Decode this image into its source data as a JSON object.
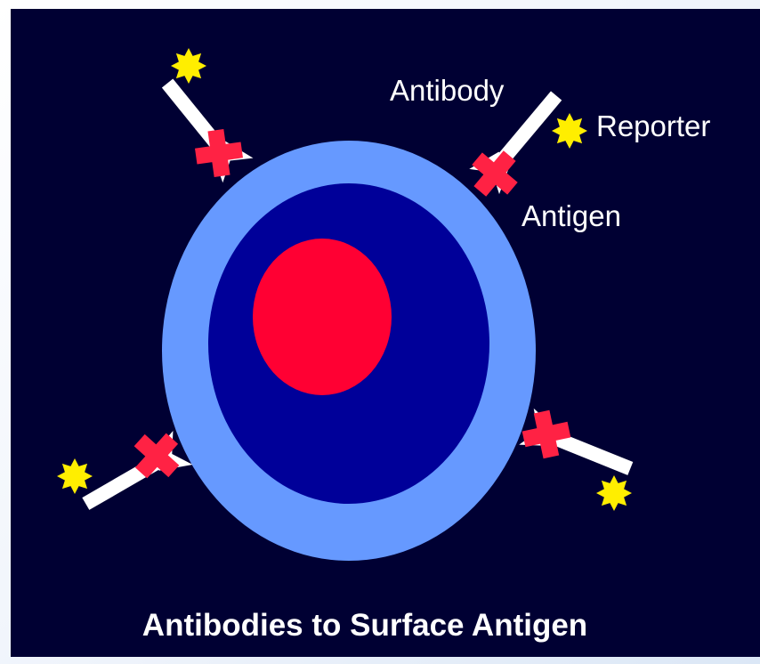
{
  "diagram": {
    "caption": "Antibodies to Surface Antigen",
    "labels": {
      "antibody": "Antibody",
      "reporter": "Reporter",
      "antigen": "Antigen"
    }
  },
  "colors": {
    "background": "#000033",
    "cell_membrane": "#6699ff",
    "cytoplasm": "#000099",
    "nucleus": "#ff0033",
    "antigen": "#ff2244",
    "antibody": "#ffffff",
    "reporter": "#ffee00",
    "label_text": "#ffffff"
  }
}
